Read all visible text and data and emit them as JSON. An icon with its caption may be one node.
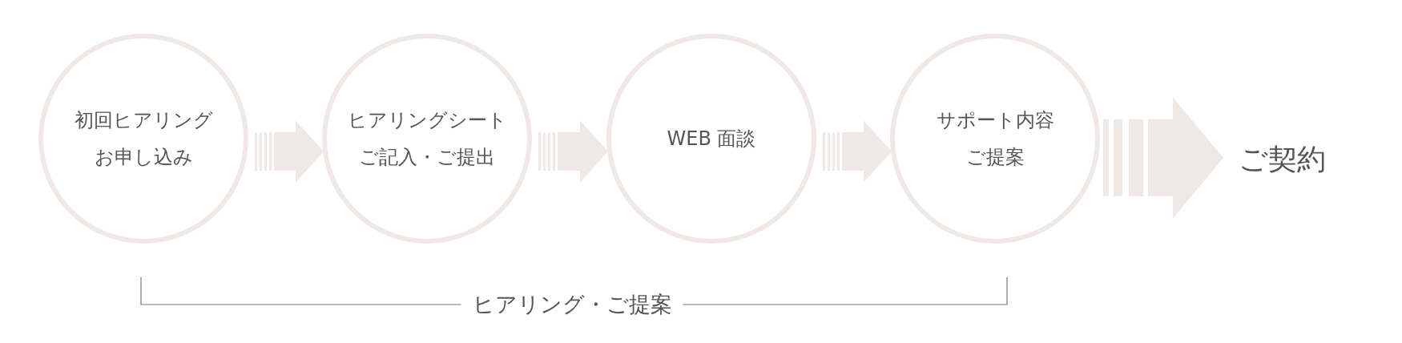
{
  "diagram": {
    "nodes": [
      {
        "text": [
          "初回ヒアリング",
          "お申し込み"
        ]
      },
      {
        "text": [
          "ヒアリングシート",
          "ご記入・ご提出"
        ]
      },
      {
        "text": [
          "WEB 面談"
        ]
      },
      {
        "text": [
          "サポート内容",
          "ご提案"
        ]
      },
      {
        "text": [
          "ご契約"
        ]
      }
    ],
    "edges": [
      {
        "from": 0,
        "to": 1,
        "arrow": "to"
      },
      {
        "from": 1,
        "to": 2,
        "arrow": "to"
      },
      {
        "from": 2,
        "to": 3,
        "arrow": "to"
      },
      {
        "from": 3,
        "to": 4,
        "arrow": "to",
        "style": "thick"
      }
    ],
    "labels": [
      "ヒアリング・ご提案"
    ]
  }
}
